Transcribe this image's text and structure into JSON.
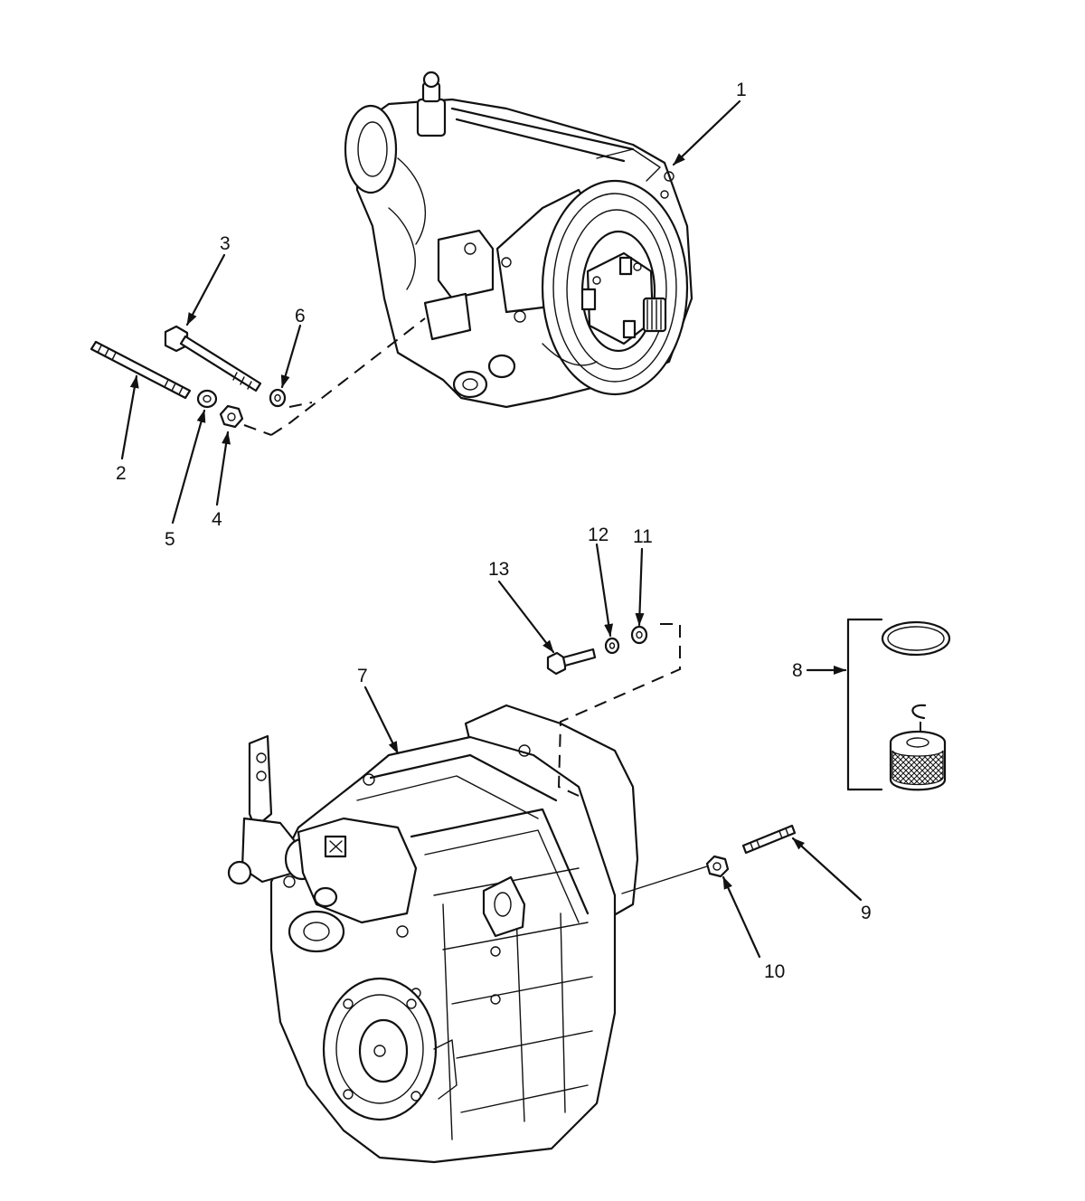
{
  "callouts": {
    "c1": "1",
    "c2": "2",
    "c3": "3",
    "c4": "4",
    "c5": "5",
    "c6": "6",
    "c7": "7",
    "c8": "8",
    "c9": "9",
    "c10": "10",
    "c11": "11",
    "c12": "12",
    "c13": "13"
  },
  "parts": {
    "upper_assembly": "transmission-upper",
    "lower_assembly": "transmission-lower",
    "filter_kit": "filter-kit"
  },
  "colors": {
    "ink": "#111111",
    "paper": "#ffffff"
  }
}
